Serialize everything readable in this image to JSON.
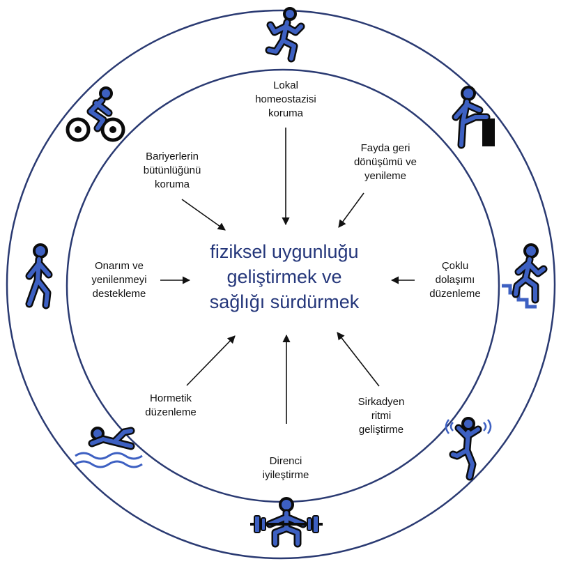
{
  "center_text": "fiziksel uygunluğu\ngeliştirmek ve\nsağlığı sürdürmek",
  "labels": {
    "top": "Lokal\nhomeostazisi\nkoruma",
    "top_right": "Fayda geri\ndönüşümü ve\nyenileme",
    "right": "Çoklu\ndolaşımı\ndüzenleme",
    "bottom_right": "Sirkadyen\nritmi\ngeliştirme",
    "bottom": "Direnci\niyileştirme",
    "bottom_left": "Hormetik\ndüzenleme",
    "left": "Onarım ve\nyenilenmeyi\ndestekleme",
    "top_left": "Bariyerlerin\nbütünlüğünü\nkoruma"
  },
  "icons": [
    "running-icon",
    "stretching-icon",
    "stair-climbing-icon",
    "dancing-icon",
    "weightlifting-icon",
    "swimming-icon",
    "walking-icon",
    "cycling-icon"
  ],
  "colors": {
    "ring": "#2a3a72",
    "center_text": "#24367a",
    "icon_fill": "#3d60c2",
    "arrow": "#111111"
  }
}
